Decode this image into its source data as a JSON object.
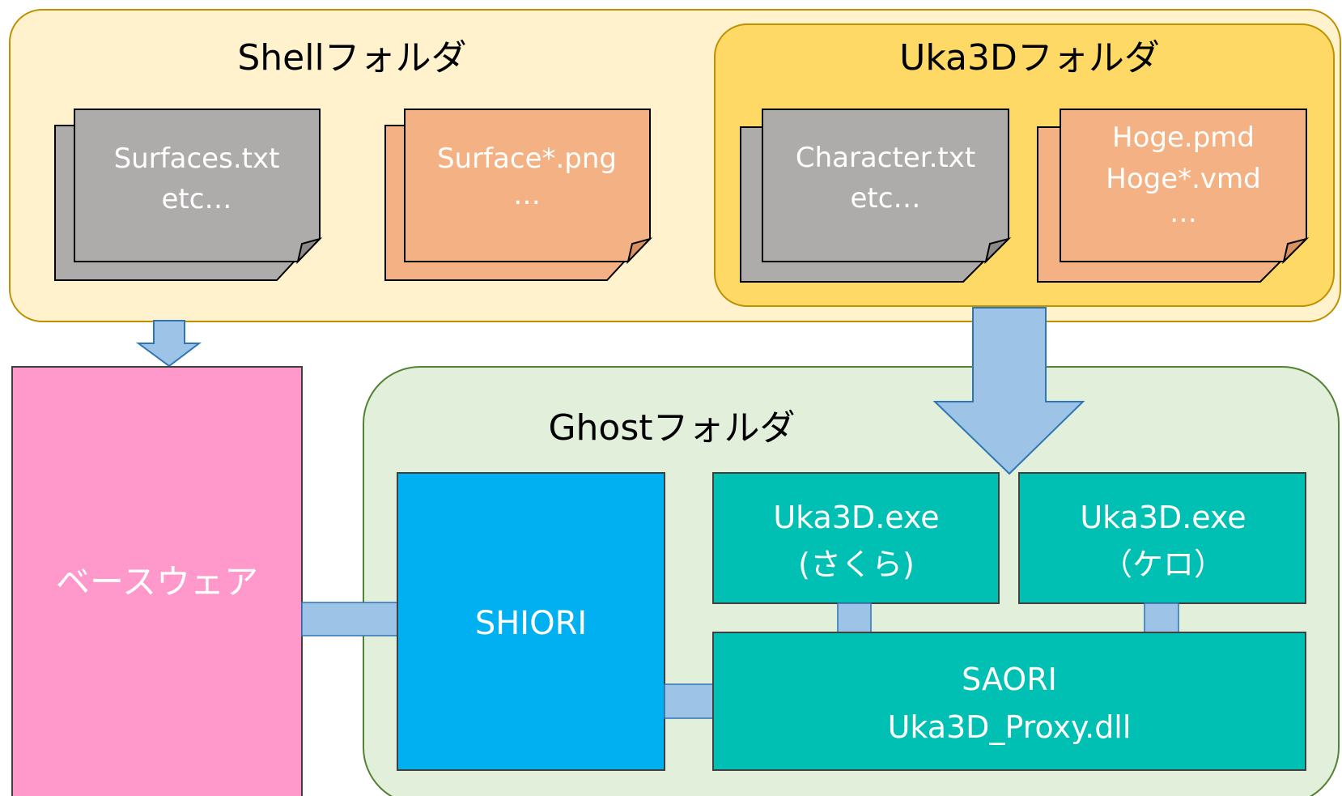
{
  "shell_folder": {
    "title": "Shellフォルダ",
    "files": [
      {
        "lines": [
          "Surfaces.txt",
          "etc…"
        ],
        "color": "#AEABAB"
      },
      {
        "lines": [
          "Surface*.png",
          "…"
        ],
        "color": "#F4B183"
      }
    ],
    "fill": "#FFF2CC",
    "stroke": "#BF9000"
  },
  "uka3d_folder": {
    "title": "Uka3Dフォルダ",
    "files": [
      {
        "lines": [
          "Character.txt",
          "etc…"
        ],
        "color": "#AEABAB"
      },
      {
        "lines": [
          "Hoge.pmd",
          "Hoge*.vmd",
          "…"
        ],
        "color": "#F4B183"
      }
    ],
    "fill": "#FFD966",
    "stroke": "#BF9000"
  },
  "baseware": {
    "label": "ベースウェア",
    "color": "#FF99CC"
  },
  "ghost_folder": {
    "title": "Ghostフォルダ",
    "fill": "#E2EFDA",
    "stroke": "#548235"
  },
  "shiori": {
    "label": "SHIORI",
    "color": "#00B0F0"
  },
  "uka3d_sakura": {
    "lines": [
      "Uka3D.exe",
      "(さくら)"
    ],
    "color": "#00BFB3"
  },
  "uka3d_kero": {
    "lines": [
      "Uka3D.exe",
      "（ケロ）"
    ],
    "color": "#00BFB3"
  },
  "saori": {
    "lines": [
      "SAORI",
      "Uka3D_Proxy.dll"
    ],
    "color": "#00BFB3"
  },
  "connector_color": "#9DC3E6"
}
